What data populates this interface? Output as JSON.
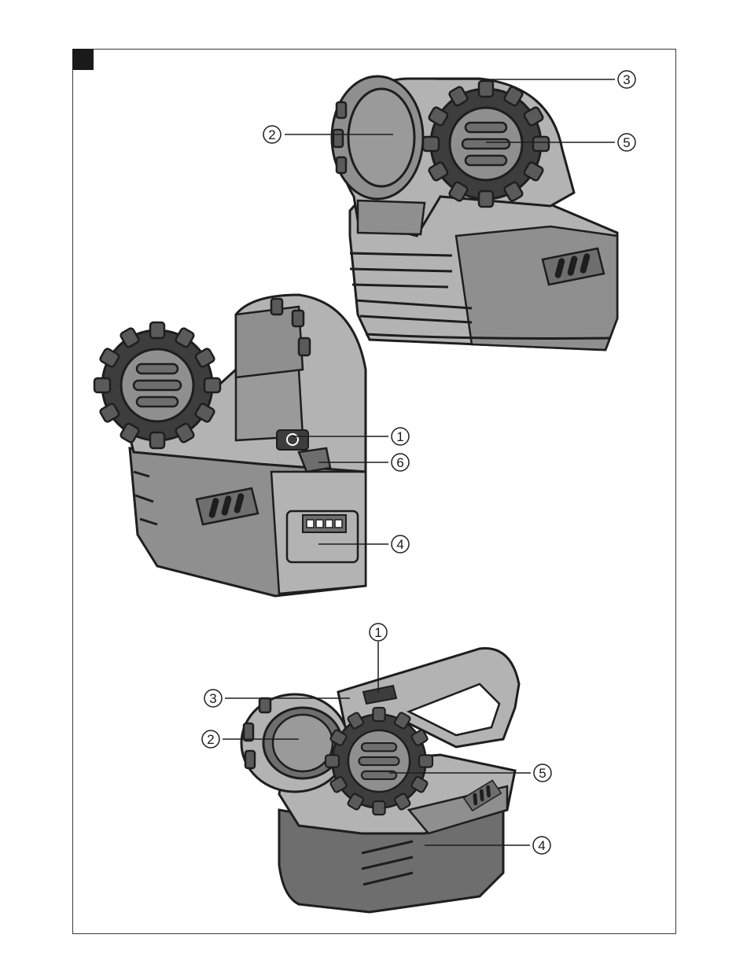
{
  "page": {
    "marker_color": "#1a1a1a",
    "frame_color": "#3a3a3a"
  },
  "figures": [
    {
      "name": "rear-view-upper-right",
      "callouts": [
        "3",
        "2",
        "5"
      ]
    },
    {
      "name": "front-view-middle-left",
      "callouts": [
        "1",
        "6",
        "4"
      ]
    },
    {
      "name": "front-view-bottom-lowered",
      "callouts": [
        "1",
        "3",
        "2",
        "5",
        "4"
      ]
    }
  ],
  "colors": {
    "body_light": "#b3b3b3",
    "body_mid": "#8f8f8f",
    "body_dark": "#6e6e6e",
    "outline": "#1e1e1e",
    "knob_dark": "#3d3d3d",
    "lens": "#9a9a9a"
  }
}
